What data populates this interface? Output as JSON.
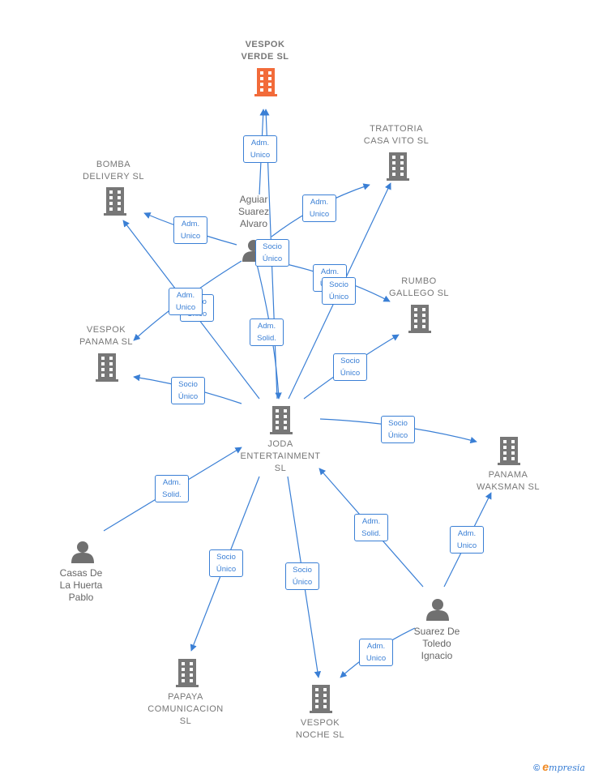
{
  "colors": {
    "edge": "#3a7fd5",
    "building": "#777777",
    "highlight": "#f26b3a",
    "person": "#707070"
  },
  "nodes": {
    "vespok_verde": {
      "label": "VESPOK\nVERDE  SL",
      "kind": "company",
      "highlight": true
    },
    "trattoria": {
      "label": "TRATTORIA\nCASA VITO  SL",
      "kind": "company"
    },
    "bomba": {
      "label": "BOMBA\nDELIVERY  SL",
      "kind": "company"
    },
    "aguiar": {
      "label": "Aguiar\nSuarez\nAlvaro",
      "kind": "person"
    },
    "rumbo": {
      "label": "RUMBO\nGALLEGO  SL",
      "kind": "company"
    },
    "vespok_panama": {
      "label": "VESPOK\nPANAMA  SL",
      "kind": "company"
    },
    "joda": {
      "label": "JODA\nENTERTAINMENT\nSL",
      "kind": "company"
    },
    "panama_waksman": {
      "label": "PANAMA\nWAKSMAN  SL",
      "kind": "company"
    },
    "casas": {
      "label": "Casas De\nLa Huerta\nPablo",
      "kind": "person"
    },
    "suarez": {
      "label": "Suarez De\nToledo\nIgnacio",
      "kind": "person"
    },
    "papaya": {
      "label": "PAPAYA\nCOMUNICACION\nSL",
      "kind": "company"
    },
    "vespok_noche": {
      "label": "VESPOK\nNOCHE  SL",
      "kind": "company"
    }
  },
  "edge_labels": {
    "aguiar_verde": "Adm.\nUnico",
    "aguiar_trattoria": "Adm.\nUnico",
    "aguiar_bomba": "Adm.\nUnico",
    "aguiar_joda_socio": "Socio\nÚnico",
    "aguiar_rumbo": "Adm.\nUnico",
    "joda_rumbo_socio": "Socio\nÚnico",
    "aguiar_panama_adm": "Adm.\nUnico",
    "joda_bomba_socio": "Socio\nÚnico",
    "aguiar_joda_solid": "Adm.\nSolid.",
    "joda_rumbo2": "Socio\nÚnico",
    "joda_vespok_panama": "Socio\nÚnico",
    "joda_panama_waksman": "Socio\nÚnico",
    "casas_joda": "Adm.\nSolid.",
    "suarez_joda": "Adm.\nSolid.",
    "suarez_waksman": "Adm.\nUnico",
    "joda_papaya": "Socio\nÚnico",
    "joda_noche": "Socio\nÚnico",
    "suarez_noche": "Adm.\nUnico"
  },
  "footer": {
    "copyright": "©",
    "brand_initial": "e",
    "brand_rest": "mpresia"
  }
}
